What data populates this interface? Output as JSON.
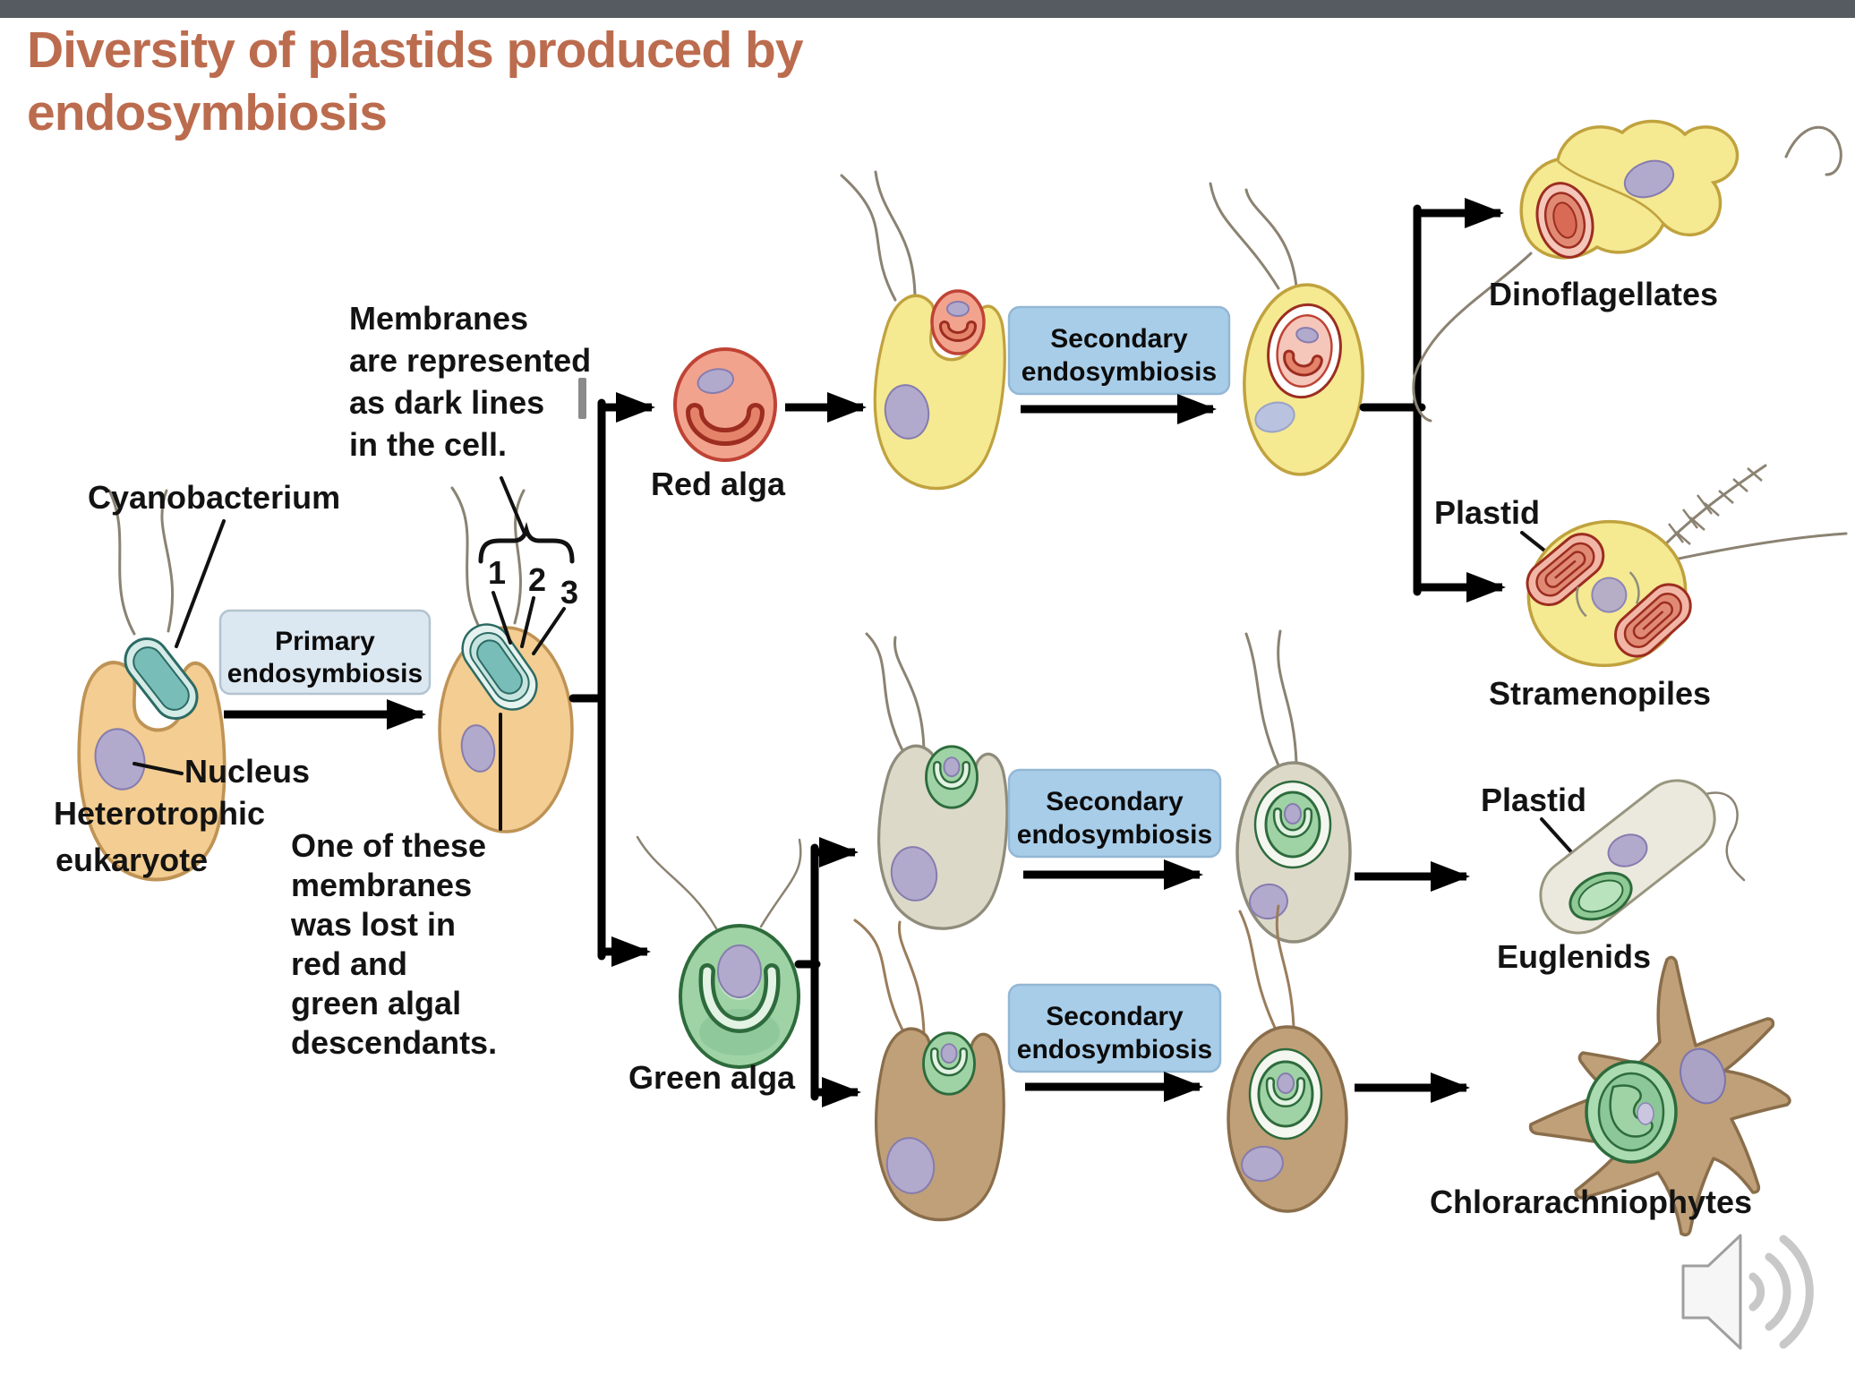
{
  "slide": {
    "title_lines": [
      "Diversity of plastids produced by",
      "endosymbiosis"
    ],
    "title_full": "Diversity of plastids produced by endosymbiosis"
  },
  "palette": {
    "topBar": "#565b61",
    "titleColor": "#bc6c4e",
    "primaryBoxFill": "#dce8f1",
    "primaryBoxEdge": "#b3c3cf",
    "secondaryBoxFill": "#a8cde9",
    "secondaryBoxEdge": "#93b7d4",
    "tanCell": "#f3cd92",
    "tanEdge": "#bf9355",
    "yellowCell": "#f5e992",
    "yellowEdge": "#c0a23e",
    "grayCell": "#dcd9c9",
    "grayEdge": "#8f8c7c",
    "brownCell": "#c0a079",
    "brownEdge": "#8a6e4b",
    "euglenidBody": "#ebe9dd",
    "euglenidEdge": "#98957f",
    "nucleus": "#b2aacd",
    "nucleusEdge": "#867cae",
    "cyano": "#79bdb8",
    "cyanoLight": "#d5ebe7",
    "cyanoEdge": "#2c6b64",
    "redAlga": "#f2a38d",
    "redAlgaEdge": "#bf4335",
    "redAlgaPale": "#f5c6ba",
    "redPlastidDark": "#9c2d20",
    "redPlastidLight": "#e4836a",
    "greenAlga": "#9fd3a5",
    "greenEdge": "#2e6b3c",
    "greenLight": "#e2f2e3",
    "greenDark": "#8ac497",
    "plastidVacuole": "#f4f7f0",
    "flagella": "#8b8272",
    "flagellaBrown": "#9a7d5c",
    "speakerFill": "#f6f6f6",
    "speakerEdge": "#9f9f9f",
    "speakerWave": "#c8c8c8"
  },
  "labels": {
    "cyanobacterium": "Cyanobacterium",
    "nucleus": "Nucleus",
    "heterotrophic_line1": "Heterotrophic",
    "heterotrophic_line2": "eukaryote",
    "red_alga": "Red alga",
    "green_alga": "Green alga",
    "plastid_top": "Plastid",
    "plastid_mid": "Plastid",
    "dinoflagellates": "Dinoflagellates",
    "stramenopiles": "Stramenopiles",
    "euglenids": "Euglenids",
    "chlorarachniophytes": "Chlorarachniophytes"
  },
  "notes": {
    "membranes": [
      "Membranes",
      "are represented",
      "as dark lines",
      "in the cell."
    ],
    "membrane_numbers": [
      "1",
      "2",
      "3"
    ],
    "lost": [
      "One of these",
      "membranes",
      "was lost in",
      "red and",
      "green algal",
      "descendants."
    ]
  },
  "process_boxes": {
    "primary": [
      "Primary",
      "endosymbiosis"
    ],
    "secondary1": [
      "Secondary",
      "endosymbiosis"
    ],
    "secondary2": [
      "Secondary",
      "endosymbiosis"
    ],
    "secondary3": [
      "Secondary",
      "endosymbiosis"
    ]
  },
  "icons": {
    "audio": "speaker-with-sound-waves"
  }
}
